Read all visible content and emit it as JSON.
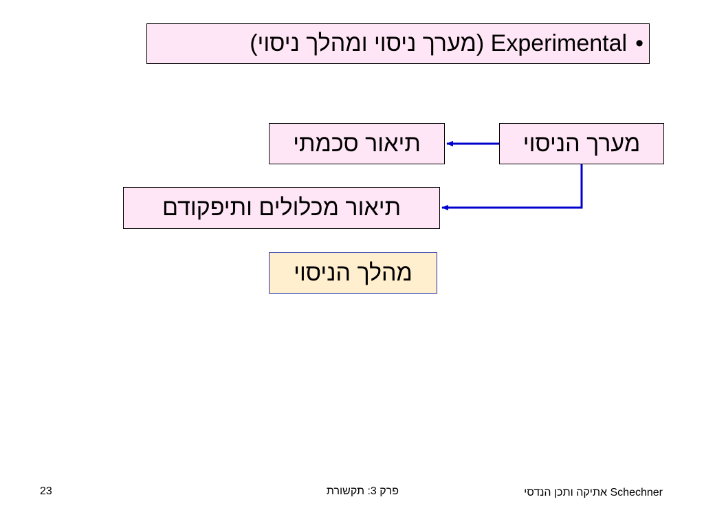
{
  "title": {
    "bullet": "•",
    "text": "Experimental (מערך ניסוי ומהלך ניסוי)"
  },
  "nodes": {
    "setup": "מערך הניסוי",
    "schematic": "תיאור סכמתי",
    "components": "תיאור מכלולים ותיפקודם",
    "procedure": "מהלך הניסוי"
  },
  "colors": {
    "box_fill": "#ffe6f6",
    "highlight_fill": "#ffefcf",
    "connector": "#0000cc"
  },
  "footer": {
    "page_number": "23",
    "chapter": "פרק 3: תקשורת",
    "author": "Schechner  אתיקה ותכן הנדסי"
  }
}
